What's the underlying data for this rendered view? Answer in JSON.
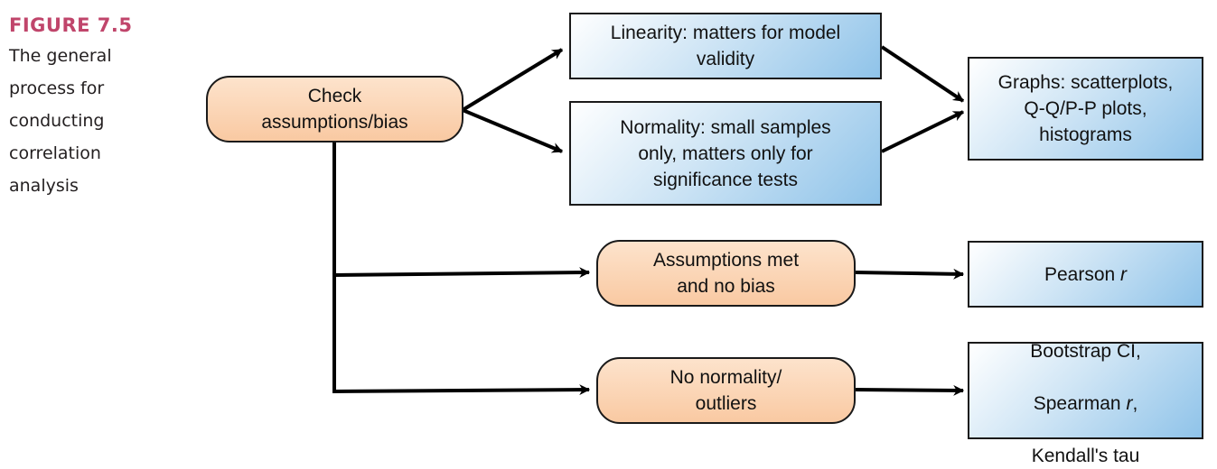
{
  "figure": {
    "label": "FIGURE 7.5",
    "caption": "The general\nprocess for\nconducting\ncorrelation\nanalysis"
  },
  "nodes": {
    "check": "Check\nassumptions/bias",
    "linearity": "Linearity: matters for model\nvalidity",
    "normality": "Normality: small samples\nonly, matters only for\nsignificance tests",
    "graphs": "Graphs: scatterplots,\nQ-Q/P-P plots,\nhistograms",
    "assumptions_met": "Assumptions met\nand no bias",
    "pearson_prefix": "Pearson ",
    "pearson_r": "r",
    "no_normality": "No normality/\noutliers",
    "robust_line1": "Bootstrap CI,",
    "robust_line2_prefix": "Spearman ",
    "robust_r": "r",
    "robust_line2_suffix": ",",
    "robust_line3": "Kendall's tau"
  },
  "colors": {
    "pill_fill": "#f9c9a2",
    "box_fill": "#8fc3e9",
    "label_accent": "#c0456b",
    "stroke": "#000000"
  }
}
